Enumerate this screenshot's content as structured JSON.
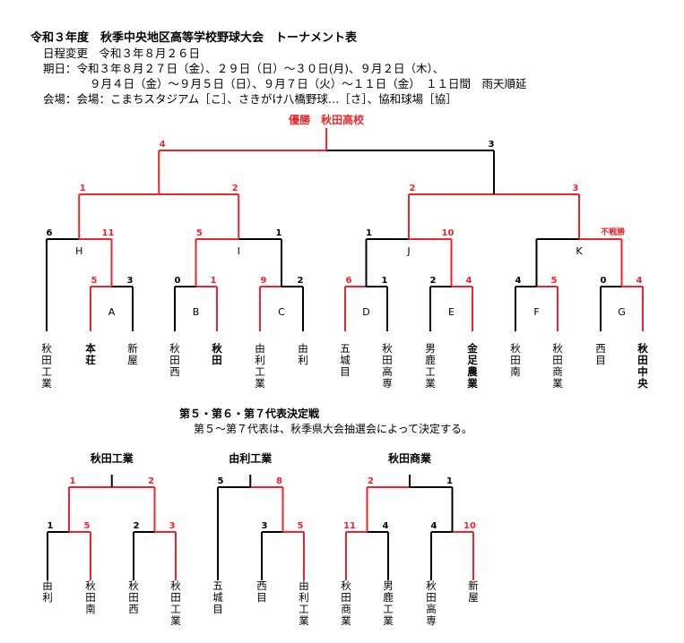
{
  "header": {
    "title": "令和３年度　秋季中央地区高等学校野球大会　トーナメント表",
    "date_change": "日程変更　令和３年８月２６日",
    "schedule_1": "期日：令和３年８月２７日（金）、２９日（日）～３０日(月)、９月２日（木）、",
    "schedule_2": "９月４日（金）～９月５日（日）、９月７日（火）～１１日（金）　１１日間　雨天順延",
    "venue": "会場：会場：こまちスタジアム［こ］、さきがけ八橋野球…［さ］、協和球場［協］"
  },
  "colors": {
    "win": "#e8262b",
    "lose": "#000000"
  },
  "main": {
    "champion": "優勝　秋田高校",
    "teams": [
      {
        "name": "秋田工業",
        "bold": false
      },
      {
        "name": "本荘",
        "bold": true
      },
      {
        "name": "新屋",
        "bold": false
      },
      {
        "name": "秋田西",
        "bold": false
      },
      {
        "name": "秋田",
        "bold": true
      },
      {
        "name": "由利工業",
        "bold": false
      },
      {
        "name": "由利",
        "bold": false
      },
      {
        "name": "五城目",
        "bold": false
      },
      {
        "name": "秋田高専",
        "bold": false
      },
      {
        "name": "男鹿工業",
        "bold": false
      },
      {
        "name": "金足農業",
        "bold": true
      },
      {
        "name": "秋田南",
        "bold": false
      },
      {
        "name": "秋田商業",
        "bold": false
      },
      {
        "name": "西目",
        "bold": false
      },
      {
        "name": "秋田中央",
        "bold": true
      }
    ],
    "blocks": [
      "A",
      "B",
      "C",
      "D",
      "E",
      "F",
      "G",
      "H",
      "I",
      "J",
      "K"
    ],
    "walkover": "不戦勝",
    "scores": {
      "final": [
        "4",
        "3"
      ],
      "semi1": [
        "1",
        "2"
      ],
      "semi2": [
        "2",
        "3"
      ],
      "qfH": [
        "6",
        "11"
      ],
      "qfI": [
        "5",
        "1"
      ],
      "qfJ": [
        "1",
        "10"
      ],
      "r1A": [
        "5",
        "3"
      ],
      "r1B": [
        "0",
        "1"
      ],
      "r1C": [
        "9",
        "2"
      ],
      "r1D": [
        "6",
        "1"
      ],
      "r1E": [
        "2",
        "4"
      ],
      "r1F": [
        "4",
        "5"
      ],
      "r1G": [
        "0",
        "4"
      ]
    }
  },
  "playoff": {
    "heading": "第５・第６・第７代表決定戦",
    "note": "第５～第７代表は、秋季県大会抽選会によって決定する。",
    "groups": [
      {
        "winner": "秋田工業",
        "teams": [
          "由利",
          "秋田南",
          "秋田西",
          "秋田工業"
        ],
        "scores": {
          "final": [
            "1",
            "2"
          ],
          "left": [
            "1",
            "5"
          ],
          "right": [
            "2",
            "3"
          ]
        }
      },
      {
        "winner": "由利工業",
        "teams": [
          "五城目",
          "西目",
          "由利工業"
        ],
        "scores": {
          "final": [
            "5",
            "8"
          ],
          "right": [
            "3",
            "5"
          ]
        }
      },
      {
        "winner": "秋田商業",
        "teams": [
          "秋田商業",
          "男鹿工業",
          "秋田高専",
          "新屋"
        ],
        "scores": {
          "final": [
            "2",
            "1"
          ],
          "left": [
            "11",
            "4"
          ],
          "right": [
            "4",
            "10"
          ]
        }
      }
    ]
  }
}
